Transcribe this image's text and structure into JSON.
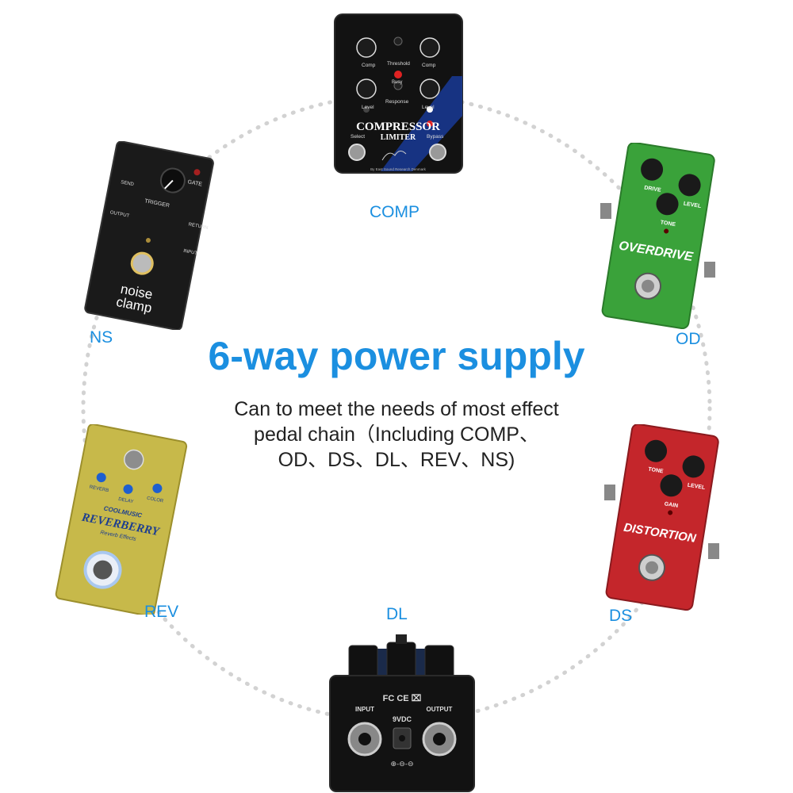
{
  "headline": "6-way power supply",
  "subtitle": {
    "line1": "Can to meet the needs of most effect",
    "line2": "pedal chain（Including COMP、",
    "line3": "OD、DS、DL、REV、NS)"
  },
  "labels": {
    "comp": "COMP",
    "od": "OD",
    "ds": "DS",
    "dl": "DL",
    "rev": "REV",
    "ns": "NS"
  },
  "pedals": {
    "comp": {
      "title": "COMPRESSOR",
      "subtitle": "LIMITER",
      "knob_labels": [
        "Comp",
        "Threshold",
        "Comp",
        "Level",
        "Response",
        "Level"
      ],
      "busy": "Busy",
      "select": "Select",
      "bypass": "Bypass",
      "maker": "By East Sound Research Denmark"
    },
    "od": {
      "title": "OVERDRIVE",
      "drive": "DRIVE",
      "level": "LEVEL",
      "tone": "TONE"
    },
    "ds": {
      "title": "DISTORTION",
      "tone": "TONE",
      "level": "LEVEL",
      "gain": "GAIN"
    },
    "dl": {
      "input": "INPUT",
      "output": "OUTPUT",
      "power": "9VDC",
      "marks": "FC CE ⌧"
    },
    "rev": {
      "brand": "COOLMUSIC",
      "title": "REVERBERRY",
      "subtitle": "Reverb Effects",
      "knobs": [
        "REVERB",
        "DELAY",
        "COLOR"
      ]
    },
    "ns": {
      "title1": "noise",
      "title2": "clamp",
      "gate": "GATE",
      "trigger": "TRIGGER",
      "send": "SEND",
      "return": "RETURN",
      "output": "OUTPUT",
      "input": "INPUT"
    }
  },
  "colors": {
    "accent": "#1b8fe0",
    "ring": "#cfcfcf",
    "od_body": "#3aa23a",
    "ds_body": "#c4262b",
    "rev_body": "#c7b94a",
    "ns_body": "#1a1a1a",
    "comp_body": "#111111"
  }
}
